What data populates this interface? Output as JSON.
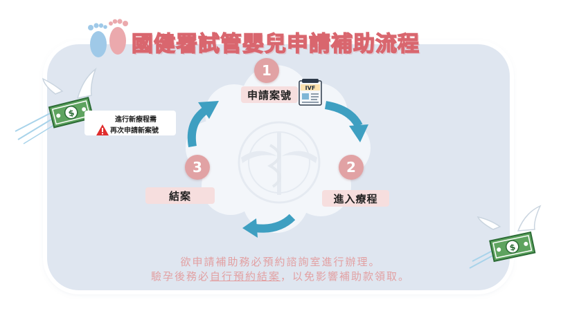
{
  "title": "國健署試管嬰兒申請補助流程",
  "steps": [
    {
      "number": "1",
      "label": "申請案號"
    },
    {
      "number": "2",
      "label": "進入療程"
    },
    {
      "number": "3",
      "label": "結案"
    }
  ],
  "badge_text": "IVF",
  "note": {
    "line1": "進行新療程需",
    "line2": "再次申請新案號"
  },
  "footer": {
    "line1": "欲申請補助務必預約諮詢室進行辦理。",
    "line2_before": "驗孕後務必",
    "line2_underlined": "自行預約結案",
    "line2_after": "，以免影響補助款領取。"
  },
  "colors": {
    "title_outline": "#d9666e",
    "step_circle": "#e1a2a4",
    "step_label_bg": "#f6dede",
    "arrow": "#3e9fc1",
    "panel_bg": "#dfe6f0",
    "footer_text": "#e2a0a2",
    "money_green": "#3c8a45"
  },
  "icons": [
    "baby-feet-icon",
    "ivf-document-icon",
    "warning-icon",
    "winged-money-icon",
    "cycle-arrow-icon"
  ]
}
